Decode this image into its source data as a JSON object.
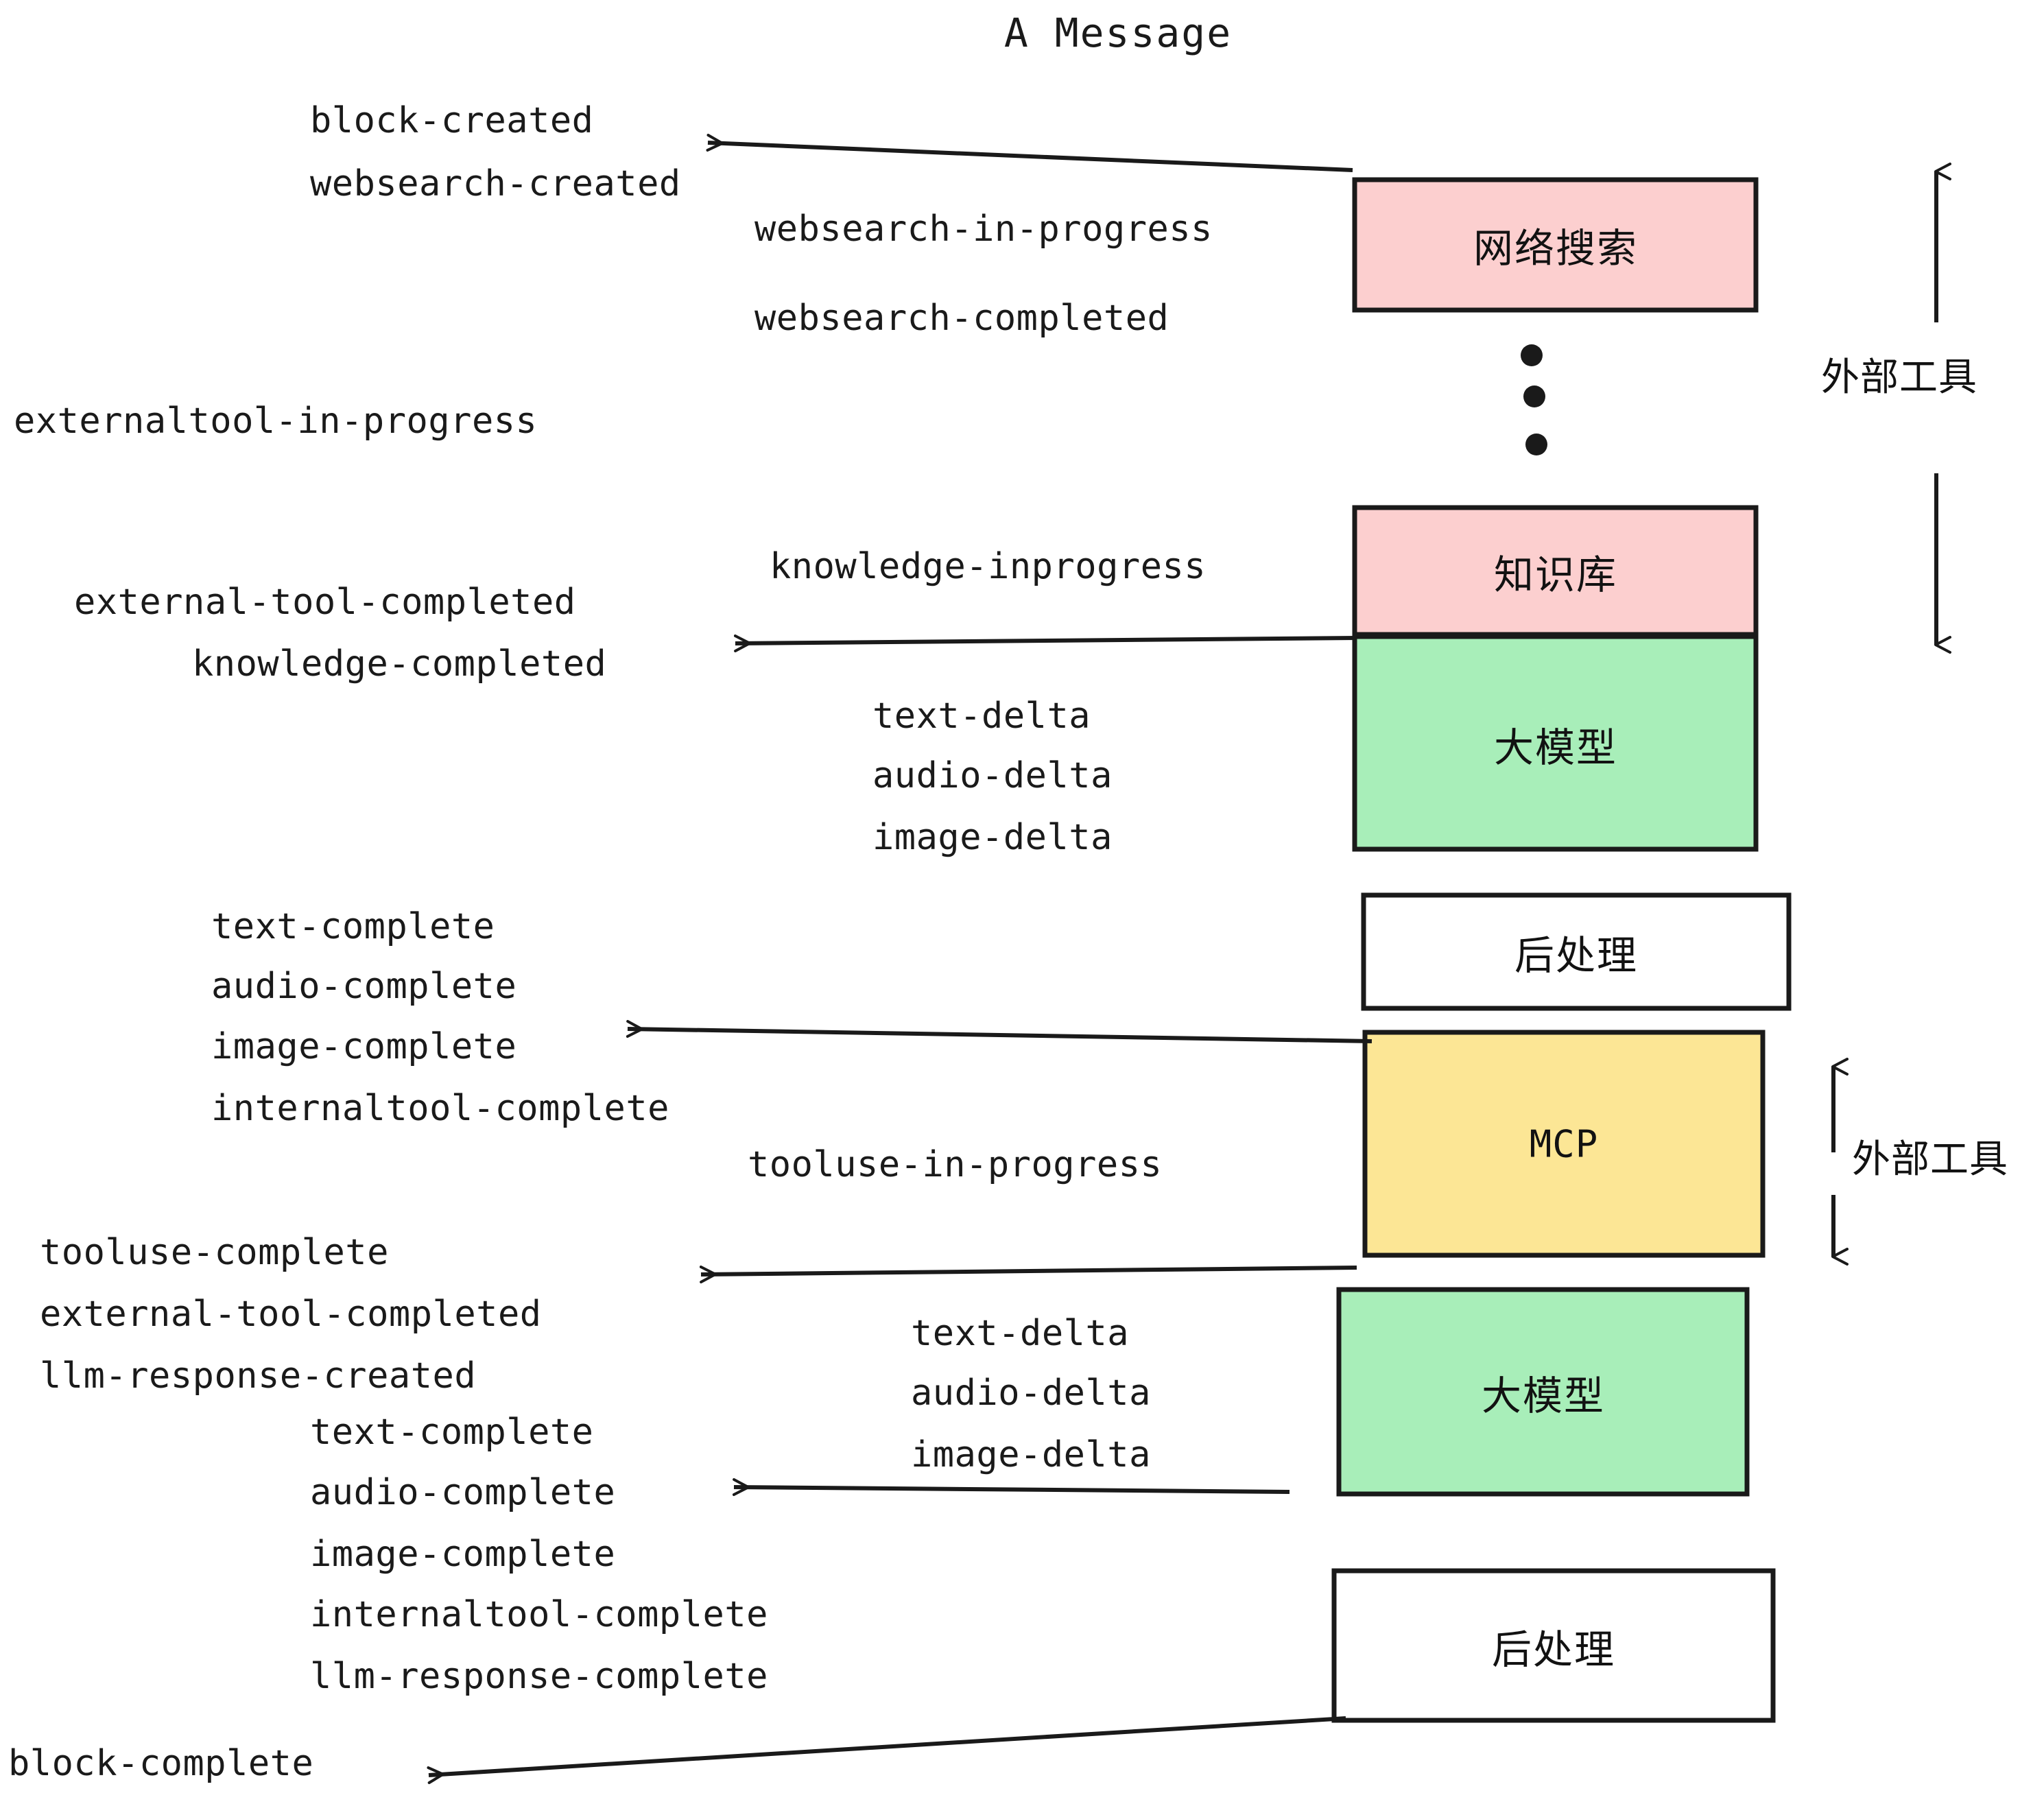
{
  "title": "A Message",
  "boxes": [
    {
      "id": "websearch",
      "label": "网络搜索",
      "fill": "#fccfcf",
      "stroke": "#1a1a1a",
      "script": "cjk"
    },
    {
      "id": "knowledge",
      "label": "知识库",
      "fill": "#fccfcf",
      "stroke": "#1a1a1a",
      "script": "cjk"
    },
    {
      "id": "llm-1",
      "label": "大模型",
      "fill": "#a8eeb9",
      "stroke": "#1a1a1a",
      "script": "cjk"
    },
    {
      "id": "postprocess-1",
      "label": "后处理",
      "fill": "#ffffff",
      "stroke": "#1a1a1a",
      "script": "cjk"
    },
    {
      "id": "mcp",
      "label": "MCP",
      "fill": "#fce695",
      "stroke": "#1a1a1a",
      "script": "latin"
    },
    {
      "id": "llm-2",
      "label": "大模型",
      "fill": "#a8eeb9",
      "stroke": "#1a1a1a",
      "script": "cjk"
    },
    {
      "id": "postprocess-2",
      "label": "后处理",
      "fill": "#ffffff",
      "stroke": "#1a1a1a",
      "script": "cjk"
    }
  ],
  "side_labels": [
    {
      "id": "external-tool-top",
      "text": "外部工具"
    },
    {
      "id": "external-tool-bottom",
      "text": "外部工具"
    }
  ],
  "events": {
    "block_created": "block-created",
    "websearch_created": "websearch-created",
    "websearch_in_progress": "websearch-in-progress",
    "websearch_completed": "websearch-completed",
    "externaltool_in_progress": "externaltool-in-progress",
    "knowledge_inprogress": "knowledge-inprogress",
    "external_tool_completed_1": "external-tool-completed",
    "knowledge_completed": "knowledge-completed",
    "text_delta_1": "text-delta",
    "audio_delta_1": "audio-delta",
    "image_delta_1": "image-delta",
    "text_complete_1": "text-complete",
    "audio_complete_1": "audio-complete",
    "image_complete_1": "image-complete",
    "internaltool_complete_1": "internaltool-complete",
    "tooluse_in_progress": "tooluse-in-progress",
    "tooluse_complete": "tooluse-complete",
    "external_tool_completed_2": "external-tool-completed",
    "llm_response_created": "llm-response-created",
    "text_delta_2": "text-delta",
    "audio_delta_2": "audio-delta",
    "image_delta_2": "image-delta",
    "text_complete_2": "text-complete",
    "audio_complete_2": "audio-complete",
    "image_complete_2": "image-complete",
    "internaltool_complete_2": "internaltool-complete",
    "llm_response_complete": "llm-response-complete",
    "block_complete": "block-complete"
  },
  "colors": {
    "pink": "#fccfcf",
    "green": "#a8eeb9",
    "yellow": "#fce695",
    "white": "#ffffff",
    "ink": "#1a1a1a",
    "background": "#ffffff"
  },
  "ellipsis_dots": 3
}
